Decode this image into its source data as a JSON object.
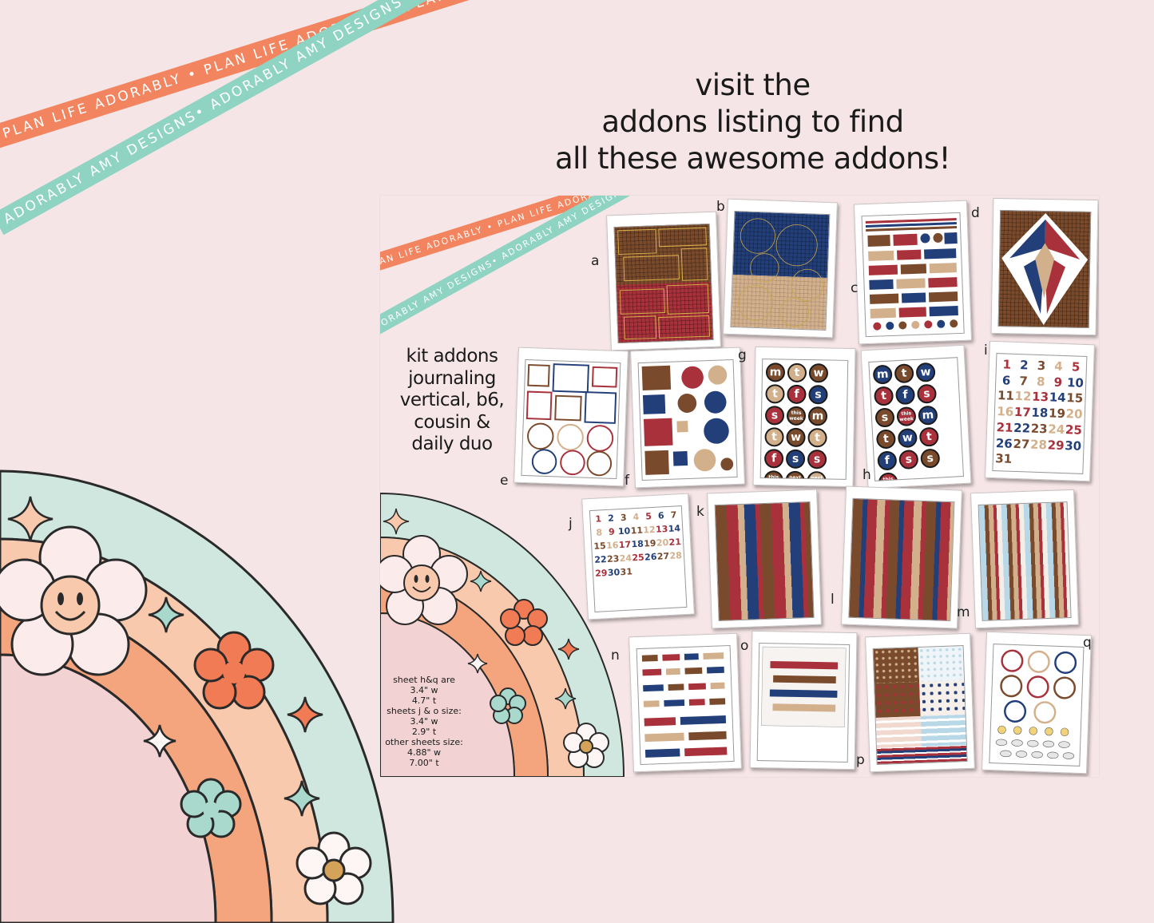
{
  "ribbons": {
    "coral_text": "PLAN LIFE ADORABLY • PLAN LIFE ADORABLY • PLAN LIFE ADORABLY • PLAN LIFE ADORABLY •",
    "teal_text": "ADORABLY AMY DESIGNS• ADORABLY AMY DESIGNS• ADORABLY AMY DESIGNS• ADORABLY AMY DESIGNS•",
    "coral_color": "#f2845f",
    "teal_color": "#8fd3c3"
  },
  "headline": {
    "line1": "visit the",
    "line2": "addons listing to find",
    "line3": "all these awesome addons!"
  },
  "panel": {
    "kit_title": {
      "line1": "kit addons",
      "line2": "journaling",
      "line3": "vertical, b6,",
      "line4": "cousin &",
      "line5": "daily duo"
    },
    "sizes": {
      "l1": "sheet h&q are",
      "l2": "3.4\" w",
      "l3": "4.7\" t",
      "l4": "sheets j & o size:",
      "l5": "3.4\" w",
      "l6": "2.9\" t",
      "l7": "other sheets size:",
      "l8": "4.88\" w",
      "l9": "7.00\" t"
    },
    "letters": [
      "a",
      "b",
      "c",
      "d",
      "e",
      "f",
      "g",
      "h",
      "i",
      "j",
      "k",
      "l",
      "m",
      "n",
      "o",
      "p",
      "q"
    ],
    "sheet_i_numbers": [
      "1",
      "2",
      "3",
      "4",
      "5",
      "6",
      "7",
      "8",
      "9",
      "10",
      "11",
      "12",
      "13",
      "14",
      "15",
      "16",
      "17",
      "18",
      "19",
      "20",
      "21",
      "22",
      "23",
      "24",
      "25",
      "26",
      "27",
      "28",
      "29",
      "30",
      "31"
    ],
    "sheet_j_numbers": [
      "1",
      "2",
      "3",
      "4",
      "5",
      "6",
      "7",
      "8",
      "9",
      "10",
      "11",
      "12",
      "13",
      "14",
      "15",
      "16",
      "17",
      "18",
      "19",
      "20",
      "21",
      "22",
      "23",
      "24",
      "25",
      "26",
      "27",
      "28",
      "29",
      "30",
      "31"
    ],
    "sheet_g_letters": [
      "m",
      "t",
      "w",
      "t",
      "f",
      "s",
      "s",
      "this week",
      "m",
      "t",
      "w",
      "t",
      "f",
      "s",
      "s",
      "this week",
      "next week",
      "next week"
    ],
    "sheet_h_letters": [
      "m",
      "t",
      "w",
      "t",
      "f",
      "s",
      "s",
      "this week",
      "m",
      "t",
      "w",
      "t",
      "f",
      "s",
      "s",
      "this week"
    ]
  },
  "colors": {
    "background": "#f6e5e6",
    "red": "#a8313b",
    "navy": "#233f7a",
    "brown": "#7a4a2c",
    "tan": "#d3b08c",
    "rainbow_teal": "#cfe7df",
    "rainbow_peach": "#f9c9ad",
    "rainbow_orange": "#f5a57e",
    "rainbow_pink": "#f2d2d2"
  }
}
